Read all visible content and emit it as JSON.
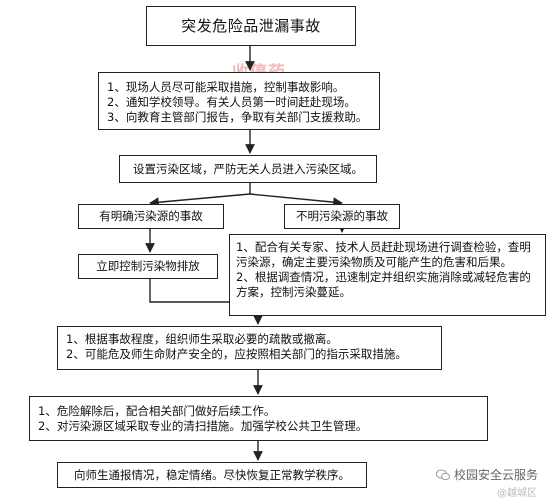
{
  "title": "突发危险品泄漏事故",
  "watermark": "收停药",
  "step1": [
    "1、现场人员尽可能采取措施，控制事故影响。",
    "2、通知学校领导。有关人员第一时间赶赴现场。",
    "3、向教育主管部门报告，争取有关部门支援救助。"
  ],
  "step2": "设置污染区域，严防无关人员进入污染区域。",
  "branch_known": "有明确污染源的事故",
  "branch_unknown": "不明污染源的事故",
  "known_action": "立即控制污染物排放",
  "unknown_actions": [
    "1、配合有关专家、技术人员赶赴现场进行调查检验，查明污染源，确定主要污染物质及可能产生的危害和后果。",
    "2、根据调查情况，迅速制定并组织实施消除或减轻危害的方案，控制污染蔓延。"
  ],
  "step5": [
    "1、根据事故程度，组织师生采取必要的疏散或撤离。",
    "2、可能危及师生命财产安全的，应按照相关部门的指示采取措施。"
  ],
  "step6": [
    "1、危险解除后，配合相关部门做好后续工作。",
    "2、对污染源区域采取专业的清扫措施。加强学校公共卫生管理。"
  ],
  "step7": "向师生通报情况，稳定情绪。尽快恢复正常教学秩序。",
  "brand": {
    "name": "校园安全云服务",
    "sub": "@越城区"
  },
  "colors": {
    "border": "#222222",
    "watermark": "#e26a6a"
  }
}
